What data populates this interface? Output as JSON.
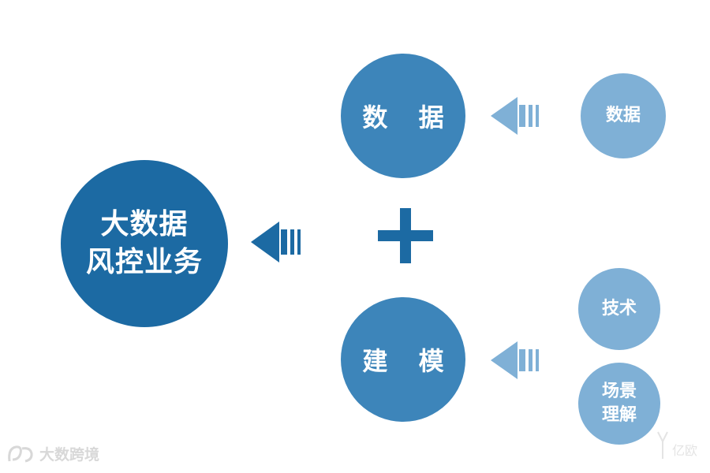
{
  "main_node": {
    "line1": "大数据",
    "line2": "风控业务"
  },
  "middle_nodes": {
    "data": "数 据",
    "model": "建 模"
  },
  "input_nodes": {
    "data": "数据",
    "tech": "技术",
    "scene_line1": "场景",
    "scene_line2": "理解"
  },
  "operator": "+",
  "watermarks": {
    "left_text": "大数跨境",
    "right_text": "亿欧"
  },
  "colors": {
    "dark_blue": "#1c6aa3",
    "mid_blue": "#3d85ba",
    "light_blue": "#7fb0d6",
    "background": "#ffffff"
  },
  "icons": [
    "arrow-left-icon",
    "plus-icon",
    "watermark-logo-icon"
  ]
}
